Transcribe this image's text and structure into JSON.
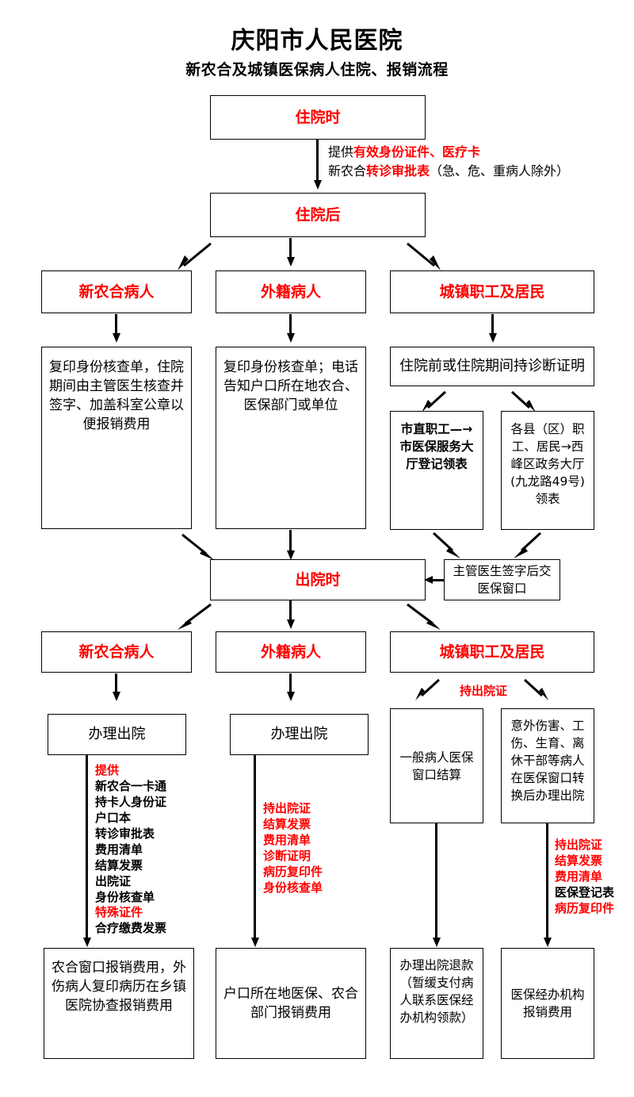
{
  "header": {
    "hospital": "庆阳市人民医院",
    "subtitle": "新农合及城镇医保病人住院、报销流程"
  },
  "colors": {
    "accent_red": "#ff0000",
    "text_black": "#000000",
    "border": "#000000",
    "background": "#ffffff"
  },
  "chart_data": {
    "type": "diagram",
    "title": "新农合及城镇医保病人住院、报销流程",
    "orientation": "top-to-bottom"
  },
  "nodes": {
    "admission": "住院时",
    "after_admission": "住院后",
    "branch_nrcm_1": "新农合病人",
    "branch_foreign_1": "外籍病人",
    "branch_urban_1": "城镇职工及居民",
    "nrcm_detail": "复印身份核查单，住院期间由主管医生核查并签字、加盖科室公章以便报销费用",
    "foreign_detail": "复印身份核查单；电话告知户口所在地农合、医保部门或单位",
    "urban_detail": "住院前或住院期间持诊断证明",
    "urban_sub_city": "市直职工—→市医保服务大厅登记领表",
    "urban_sub_county": "各县（区）职工、居民→西峰区政务大厅(九龙路49号)领表",
    "discharge": "出院时",
    "doctor_sign": "主管医生签字后交医保窗口",
    "branch_nrcm_2": "新农合病人",
    "branch_foreign_2": "外籍病人",
    "branch_urban_2": "城镇职工及居民",
    "do_discharge_nrcm": "办理出院",
    "do_discharge_foreign": "办理出院",
    "general_patient": "一般病人医保窗口结算",
    "special_patient": "意外伤害、工伤、生育、离休干部等病人在医保窗口转换后办理出院",
    "final_nrcm": "农合窗口报销费用，外伤病人复印病历在乡镇医院协查报销费用",
    "final_foreign": "户口所在地医保、农合部门报销费用",
    "final_general": "办理出院退款（暂缓支付病人联系医保经办机构领款）",
    "final_special": "医保经办机构报销费用"
  },
  "annotations": {
    "admission_note": {
      "line1_black": "提供",
      "line1_red": "有效身份证件、医疗卡",
      "line2_black_a": "新农合",
      "line2_red": "转诊审批表",
      "line2_black_b": "（急、危、重病人除外）"
    },
    "hold_discharge_cert": "持出院证",
    "nrcm_docs": [
      {
        "text": "提供",
        "color": "red"
      },
      {
        "text": "新农合一卡通",
        "color": "black"
      },
      {
        "text": "持卡人身份证",
        "color": "black"
      },
      {
        "text": "户口本",
        "color": "black"
      },
      {
        "text": "转诊审批表",
        "color": "black"
      },
      {
        "text": "费用清单",
        "color": "black"
      },
      {
        "text": "结算发票",
        "color": "black"
      },
      {
        "text": "出院证",
        "color": "black"
      },
      {
        "text": "身份核查单",
        "color": "black"
      },
      {
        "text": "特殊证件",
        "color": "red"
      },
      {
        "text": "合疗缴费发票",
        "color": "black"
      }
    ],
    "foreign_docs": [
      {
        "text": "持出院证",
        "color": "red"
      },
      {
        "text": "结算发票",
        "color": "red"
      },
      {
        "text": "费用清单",
        "color": "red"
      },
      {
        "text": "诊断证明",
        "color": "red"
      },
      {
        "text": "病历复印件",
        "color": "red"
      },
      {
        "text": "身份核查单",
        "color": "red"
      }
    ],
    "special_docs": [
      {
        "text": "持出院证",
        "color": "red"
      },
      {
        "text": "结算发票",
        "color": "red"
      },
      {
        "text": "费用清单",
        "color": "red"
      },
      {
        "text": "医保登记表",
        "color": "black"
      },
      {
        "text": "病历复印件",
        "color": "red"
      }
    ]
  }
}
